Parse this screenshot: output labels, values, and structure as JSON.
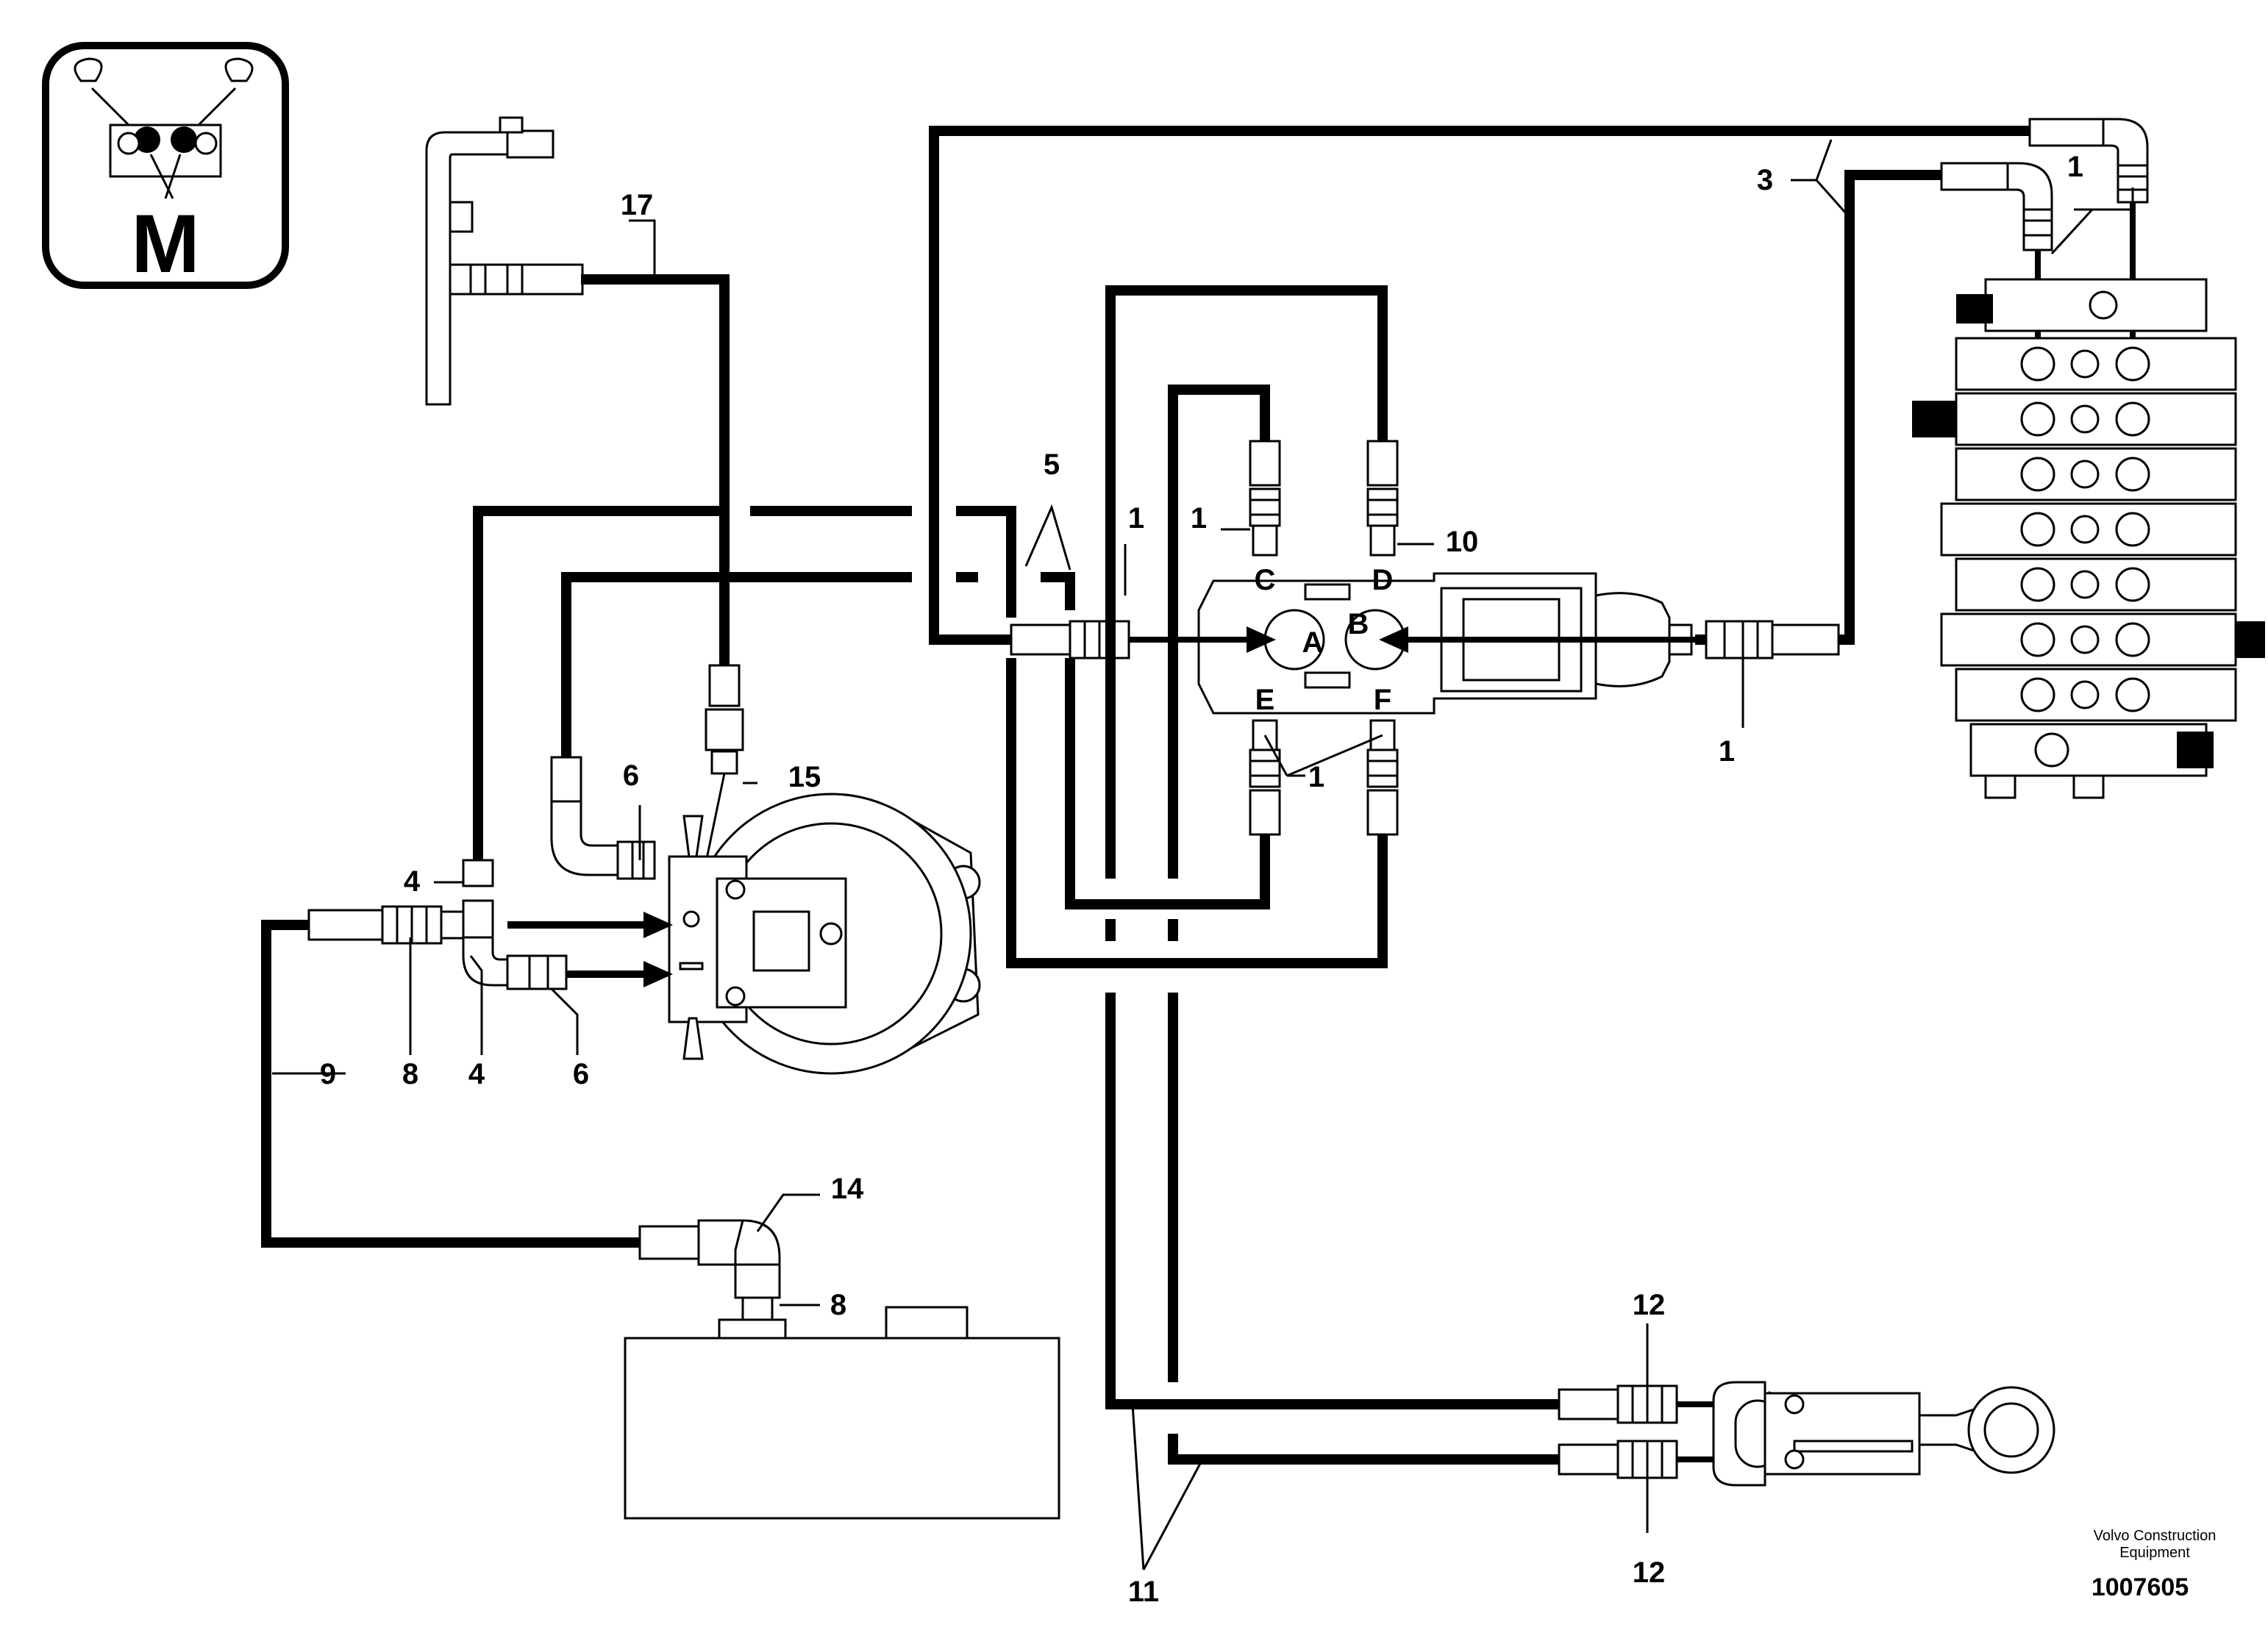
{
  "badge": {
    "letter": "M"
  },
  "callouts": {
    "c17": "17",
    "c5": "5",
    "c3": "3",
    "c1_top_valve": "1",
    "c1_mid": "1",
    "c1_c": "1",
    "c10": "10",
    "c1_ef": "1",
    "c1_right": "1",
    "c15": "15",
    "c6_top": "6",
    "c4_top": "4",
    "c9": "9",
    "c8_left": "8",
    "c4_bottom": "4",
    "c6_bottom": "6",
    "c14": "14",
    "c8_tank": "8",
    "c12_top": "12",
    "c12_bottom": "12",
    "c11": "11"
  },
  "ports": {
    "a": "A",
    "b": "B",
    "c": "C",
    "d": "D",
    "e": "E",
    "f": "F"
  },
  "footer": {
    "credit_line1": "Volvo Construction",
    "credit_line2": "Equipment",
    "doc_number": "1007605"
  },
  "colors": {
    "line": "#000000",
    "background": "#ffffff"
  }
}
